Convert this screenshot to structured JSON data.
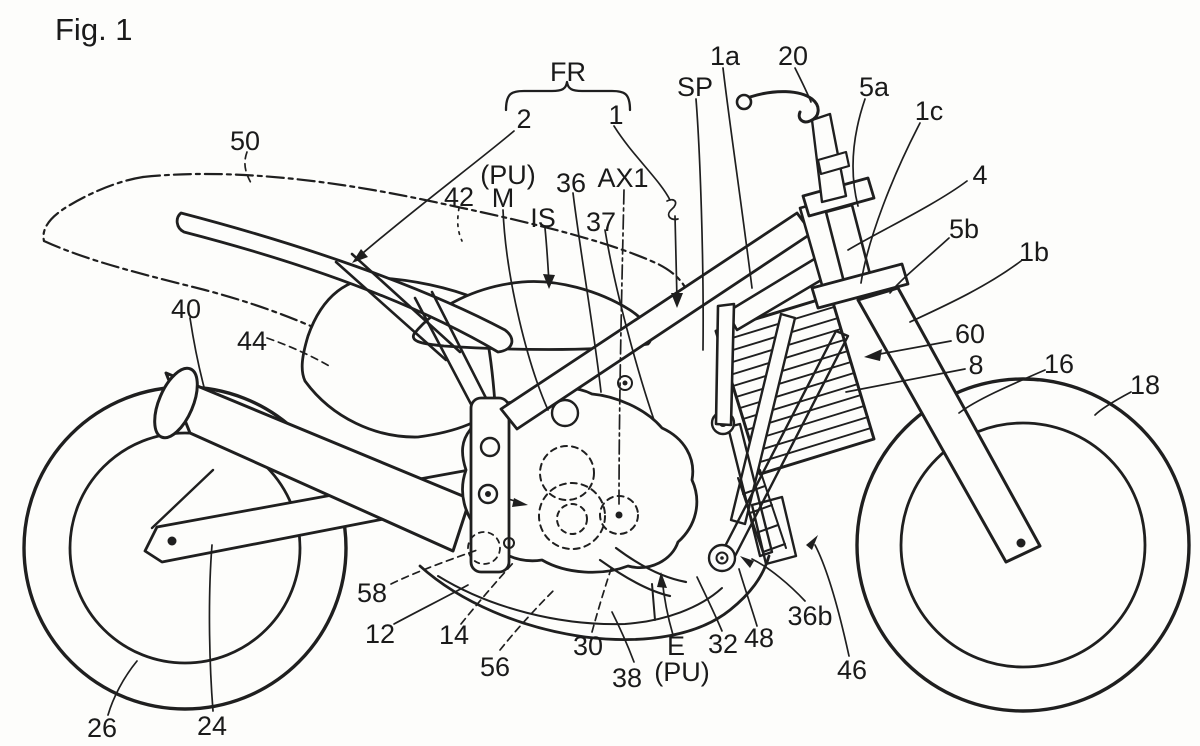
{
  "figure": {
    "title": "Fig. 1",
    "type_note": "patent line drawing, motorcycle side view"
  },
  "colors": {
    "ink": "#1f1f1f",
    "paper": "#fdfdfb"
  },
  "labels": {
    "fig": "Fig. 1",
    "fr": "FR",
    "n1": "1",
    "n2": "2",
    "n1a": "1a",
    "n1b": "1b",
    "n1c": "1c",
    "n4": "4",
    "n5a": "5a",
    "n5b": "5b",
    "n8": "8",
    "n12": "12",
    "n14": "14",
    "n16": "16",
    "n18": "18",
    "n20": "20",
    "n24": "24",
    "n26": "26",
    "n30": "30",
    "n32": "32",
    "n36": "36",
    "n36b": "36b",
    "n37": "37",
    "n38": "38",
    "n40": "40",
    "n42": "42",
    "n44": "44",
    "n46": "46",
    "n48": "48",
    "n50": "50",
    "n56": "56",
    "n58": "58",
    "n60": "60",
    "sp": "SP",
    "m": "M",
    "is": "IS",
    "ax1": "AX1",
    "e": "E",
    "pu_top": "(PU)",
    "pu_bottom": "(PU)"
  }
}
